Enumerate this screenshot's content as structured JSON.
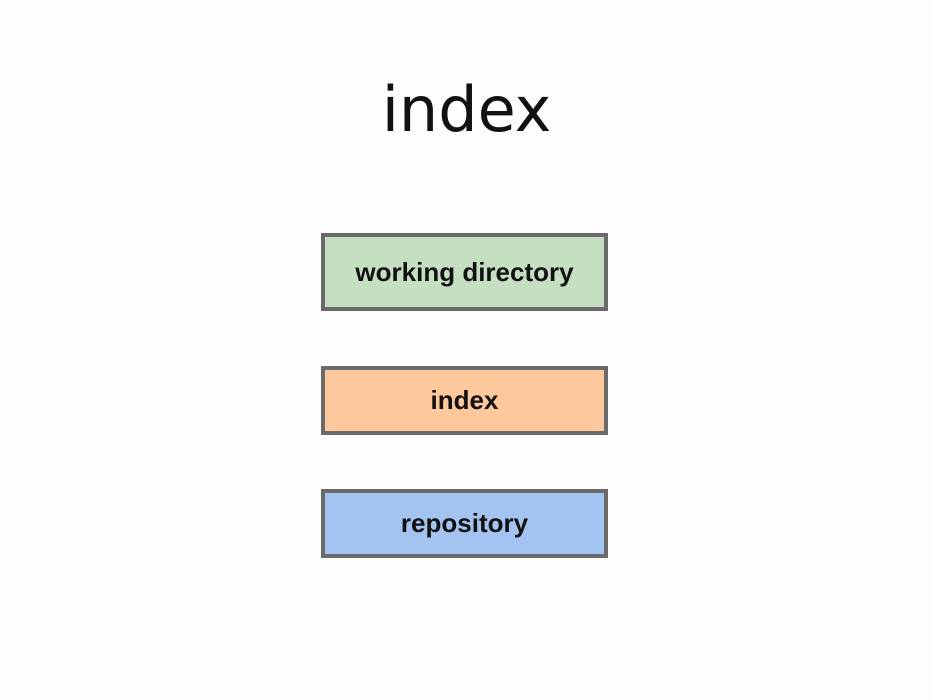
{
  "title": "index",
  "boxes": [
    {
      "label": "working directory",
      "color": "#c5dfc1"
    },
    {
      "label": "index",
      "color": "#fdc89b"
    },
    {
      "label": "repository",
      "color": "#a3c3f0"
    }
  ],
  "colors": {
    "background": "#fdfdfd",
    "border": "#6b6b6b",
    "text": "#111111"
  }
}
